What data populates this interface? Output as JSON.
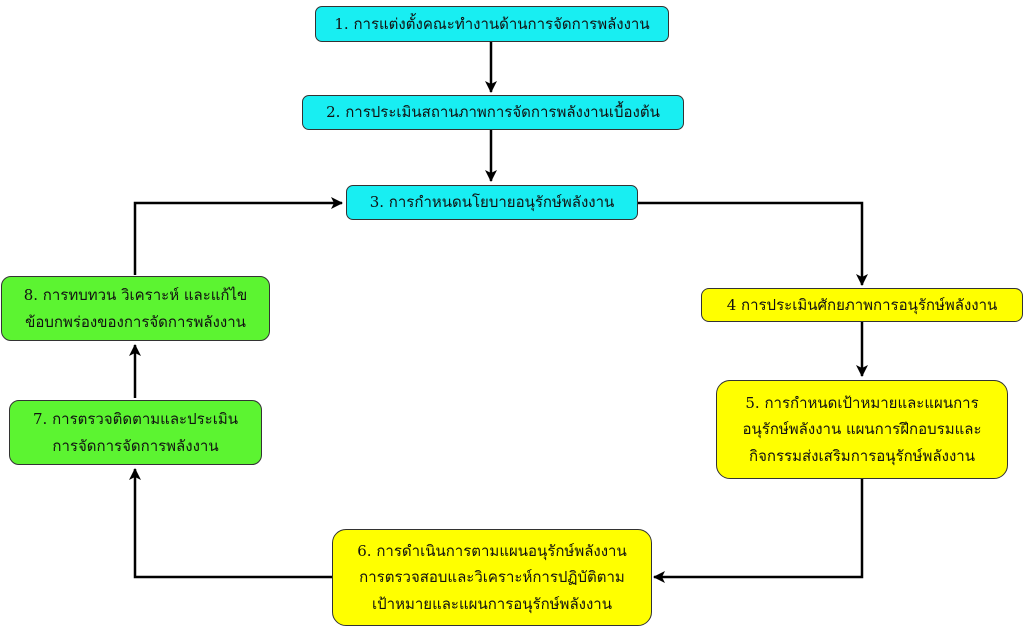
{
  "colors": {
    "cyan": "#18eef2",
    "yellow": "#ffff00",
    "green": "#5cf431",
    "connector": "#000000"
  },
  "steps": [
    {
      "lines": [
        "1. การแต่งตั้งคณะทำงานด้านการจัดการพลังงาน"
      ]
    },
    {
      "lines": [
        "2. การประเมินสถานภาพการจัดการพลังงานเบื้องต้น"
      ]
    },
    {
      "lines": [
        "3. การกำหนดนโยบายอนุรักษ์พลังงาน"
      ]
    },
    {
      "lines": [
        "4  การประเมินศักยภาพการอนุรักษ์พลังงาน"
      ]
    },
    {
      "lines": [
        "5. การกำหนดเป้าหมายและแผนการ",
        "อนุรักษ์พลังงาน แผนการฝึกอบรมและ",
        "กิจกรรมส่งเสริมการอนุรักษ์พลังงาน"
      ]
    },
    {
      "lines": [
        "6. การดำเนินการตามแผนอนุรักษ์พลังงาน",
        "การตรวจสอบและวิเคราะห์การปฏิบัติตาม",
        "เป้าหมายและแผนการอนุรักษ์พลังงาน"
      ]
    },
    {
      "lines": [
        "7. การตรวจติดตามและประเมิน",
        "การจัดการจัดการพลังงาน"
      ]
    },
    {
      "lines": [
        "8. การทบทวน วิเคราะห์ และแก้ไข",
        "ข้อบกพร่องของการจัดการพลังงาน"
      ]
    }
  ]
}
